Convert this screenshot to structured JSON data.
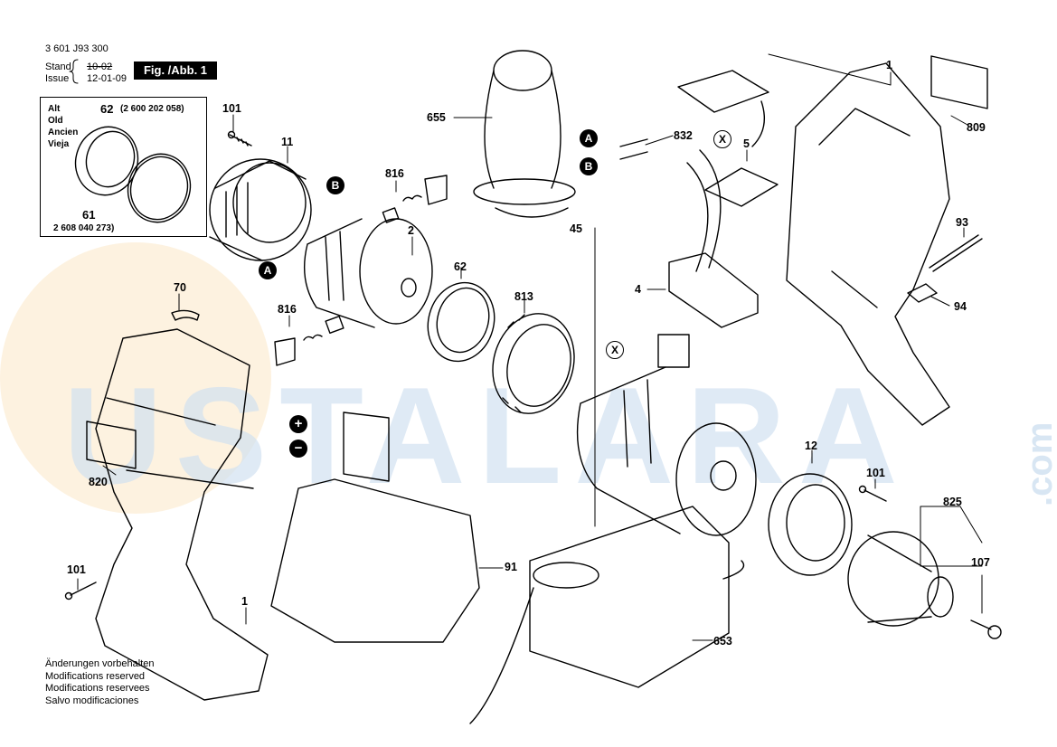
{
  "header": {
    "doc_number": "3 601 J93 300",
    "stand_label": "Stand",
    "issue_label": "Issue",
    "stand_date": "10-02",
    "issue_date": "12-01-09",
    "figure": "Fig. /Abb. 1"
  },
  "legend_box": {
    "labels": [
      "Alt",
      "Old",
      "Ancien",
      "Vieja"
    ],
    "part_62": "62",
    "part_62_number": "(2 600 202 058)",
    "part_61": "61",
    "part_61_number": "2 608 040 273)"
  },
  "notes": [
    "Änderungen vorbehalten",
    "Modifications reserved",
    "Modifications reservees",
    "Salvo modificaciones"
  ],
  "watermark": {
    "text": "USTALARA",
    "suffix": ".com",
    "color": "#cfe0f1",
    "sun_color": "#fbe7c6"
  },
  "callouts": {
    "p101a": "101",
    "p11": "11",
    "p655": "655",
    "p816a": "816",
    "p2": "2",
    "p62": "62",
    "p70": "70",
    "p816b": "816",
    "p813": "813",
    "p832": "832",
    "p5": "5",
    "p45": "45",
    "p4": "4",
    "p1a": "1",
    "p809": "809",
    "p93": "93",
    "p94": "94",
    "p12": "12",
    "p101b": "101",
    "p825": "825",
    "p107": "107",
    "p820": "820",
    "p101c": "101",
    "p1b": "1",
    "p91": "91",
    "p653": "653"
  },
  "markers": {
    "A": "A",
    "B": "B",
    "X": "X",
    "plus": "+",
    "minus": "−"
  }
}
